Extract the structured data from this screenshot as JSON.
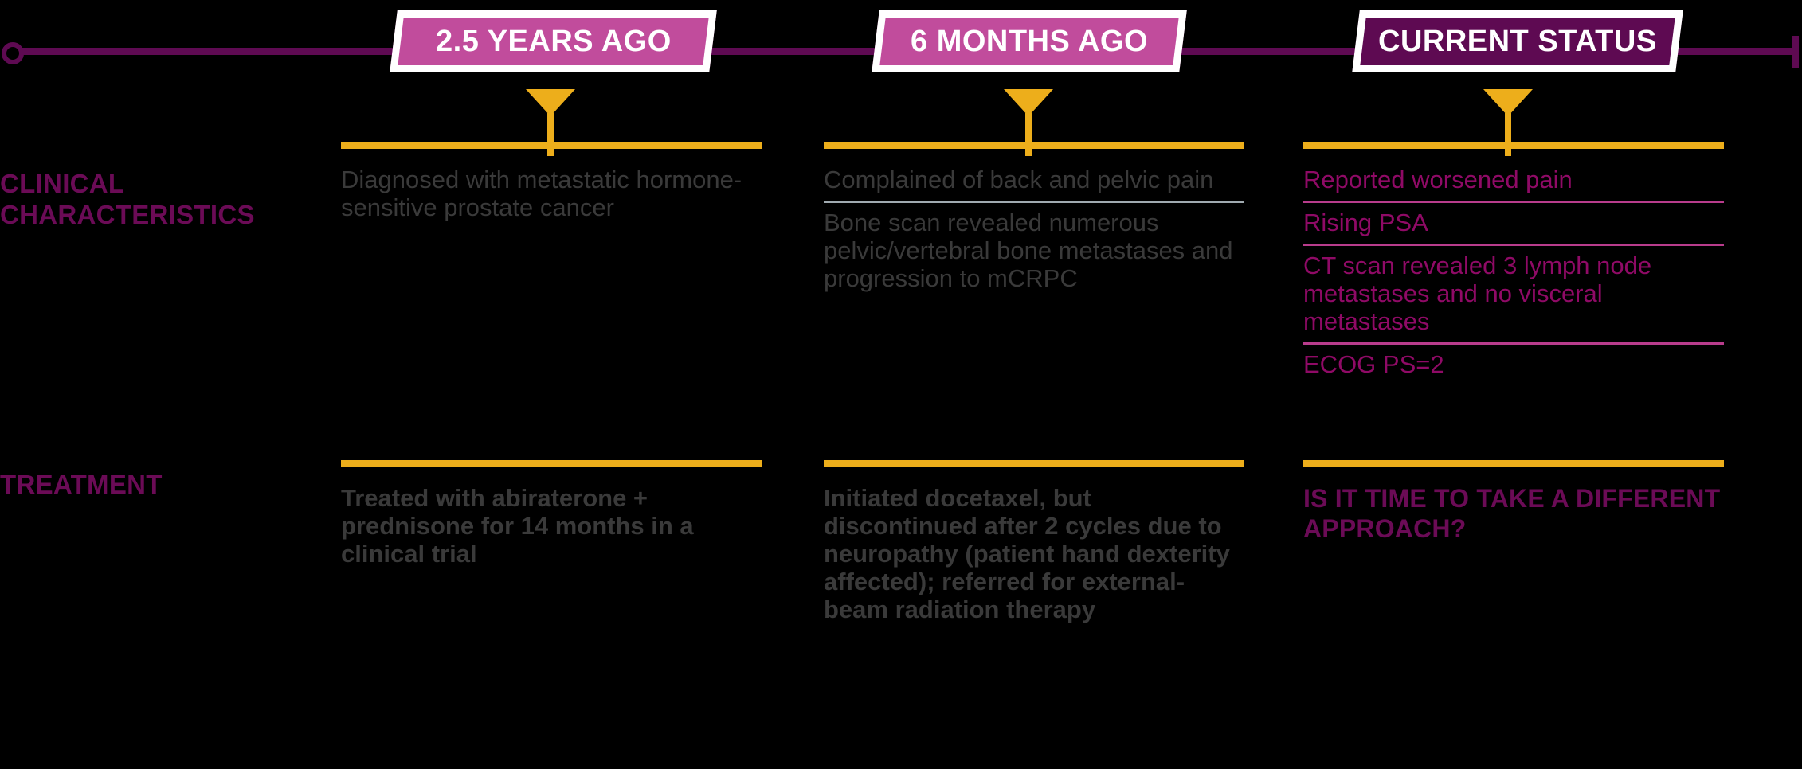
{
  "timeline": {
    "start_marker": "circle-open",
    "end_marker": "tee-bar",
    "axis_color": "#5E0A52",
    "accent_rule_color": "#EDAE1B",
    "milestones": [
      {
        "label": "2.5 YEARS AGO",
        "style": "pink",
        "color": "#C14C9C"
      },
      {
        "label": "6 MONTHS AGO",
        "style": "pink",
        "color": "#C14C9C"
      },
      {
        "label": "CURRENT STATUS",
        "style": "plum",
        "color": "#5E0A52"
      }
    ]
  },
  "rows": [
    {
      "label": "CLINICAL\nCHARACTERISTICS",
      "label_line1": "CLINICAL",
      "label_line2": "CHARACTERISTICS"
    },
    {
      "label": "TREATMENT",
      "label_line1": "TREATMENT",
      "label_line2": ""
    }
  ],
  "columns": [
    {
      "milestone": "2.5 YEARS AGO",
      "clinical": {
        "tone": "grey",
        "items": [
          "Diagnosed with metastatic hormone-sensitive prostate cancer"
        ]
      },
      "treatment": {
        "tone": "grey-bold",
        "items": [
          "Treated with abiraterone + prednisone for 14 months in a clinical trial"
        ]
      }
    },
    {
      "milestone": "6 MONTHS AGO",
      "clinical": {
        "tone": "grey",
        "items": [
          "Complained of back and pelvic pain",
          "Bone scan revealed numerous pelvic/vertebral bone metastases and progression to mCRPC"
        ]
      },
      "treatment": {
        "tone": "grey-bold",
        "items": [
          "Initiated docetaxel, but discontinued after 2 cycles due to neuropathy (patient hand dexterity affected); referred for external-beam radiation therapy"
        ]
      }
    },
    {
      "milestone": "CURRENT STATUS",
      "clinical": {
        "tone": "magenta",
        "items": [
          "Reported worsened pain",
          "Rising PSA",
          "CT scan revealed 3 lymph node metastases and no visceral metastases",
          "ECOG PS=2"
        ]
      },
      "treatment": {
        "tone": "magenta-cta",
        "items": [
          "IS IT TIME TO TAKE A DIFFERENT APPROACH?"
        ]
      }
    }
  ]
}
